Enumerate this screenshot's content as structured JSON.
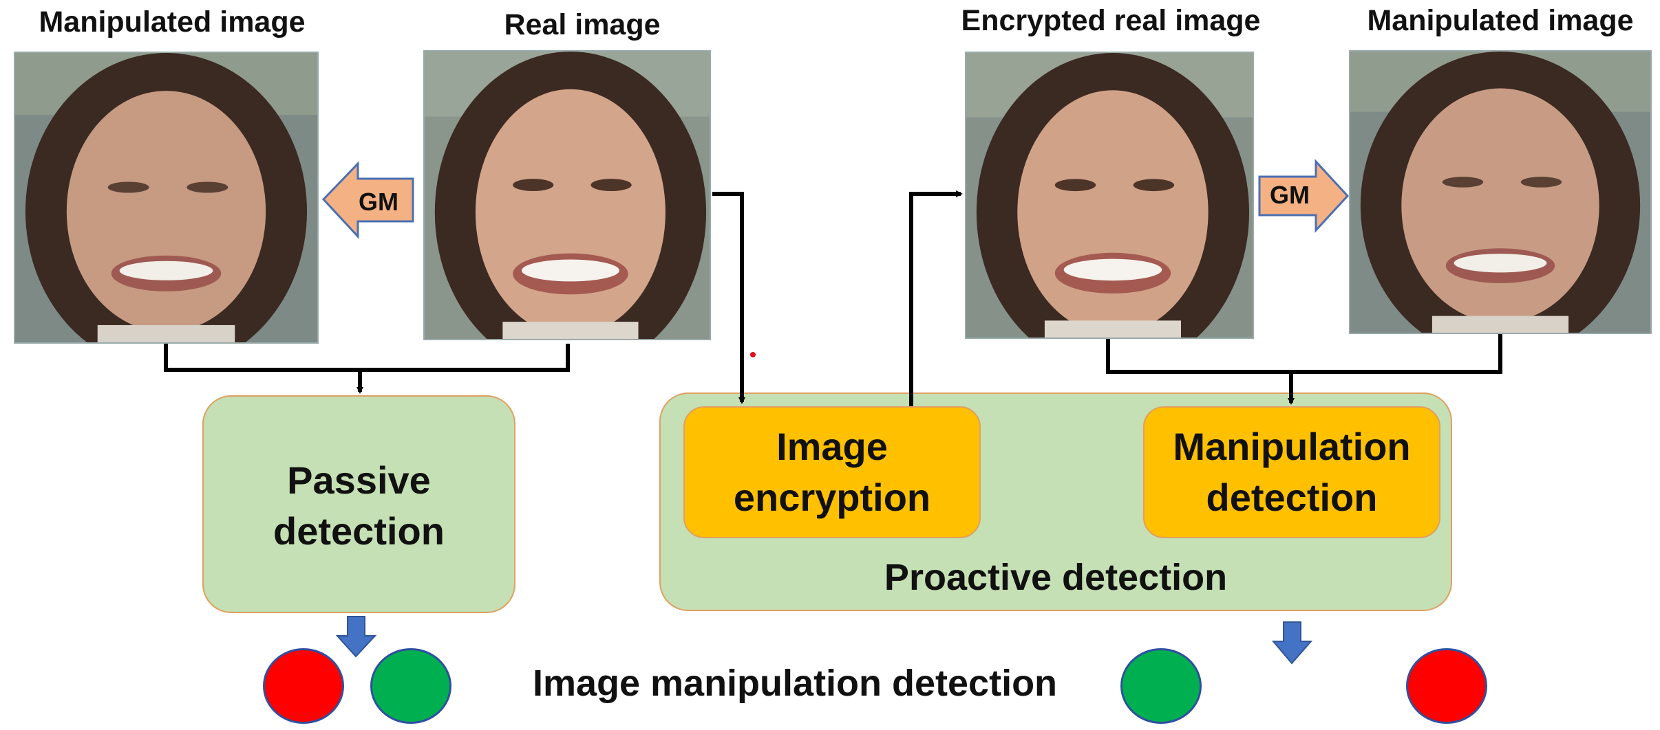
{
  "labels": {
    "manipulated_left": "Manipulated image",
    "real": "Real image",
    "encrypted": "Encrypted real image",
    "manipulated_right": "Manipulated image"
  },
  "gm_left": "GM",
  "gm_right": "GM",
  "passive": {
    "line1": "Passive",
    "line2": "detection"
  },
  "encryption": {
    "line1": "Image",
    "line2": "encryption"
  },
  "manip_detection": {
    "line1": "Manipulation",
    "line2": "detection"
  },
  "proactive_label": "Proactive detection",
  "bottom_label": "Image manipulation detection",
  "colors": {
    "green_box": "#c5e0b4",
    "orange_box": "#ffc000",
    "gm_arrow": "#f4b183",
    "fake_dot": "#ff0000",
    "real_dot": "#00b050",
    "down_arrow": "#4472c4",
    "wire": "#000000"
  }
}
